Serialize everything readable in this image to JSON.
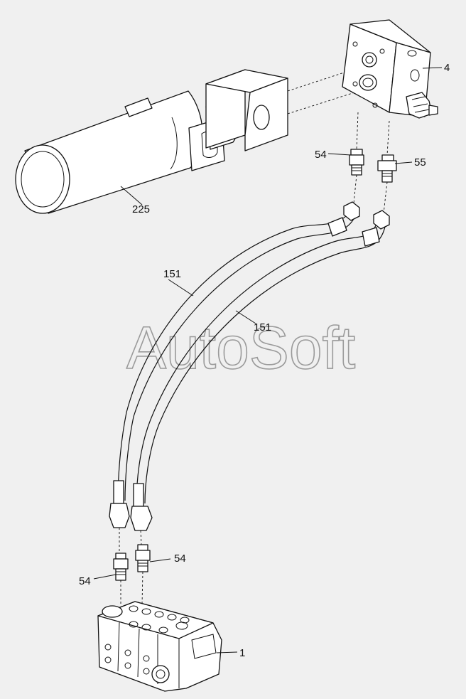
{
  "watermark": "AutoSoft",
  "labels": {
    "cylinder": "225",
    "valve_block": "4",
    "fitting_top_left": "54",
    "fitting_top_right": "55",
    "hose_a": "151",
    "hose_b": "151",
    "fitting_bottom_right": "54",
    "fitting_bottom_left": "54",
    "control_valve": "1"
  }
}
